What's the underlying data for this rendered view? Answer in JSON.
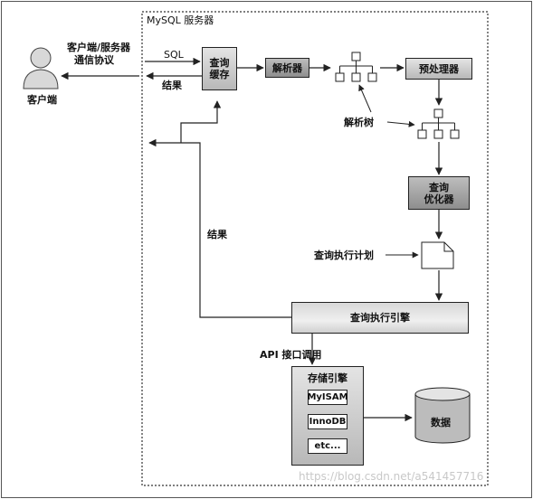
{
  "server_title": "MySQL 服务器",
  "client": {
    "label": "客户端",
    "protocol_line1": "客户端/服务器",
    "protocol_line2": "通信协议"
  },
  "edges": {
    "sql": "SQL",
    "result_top": "结果",
    "result_side": "结果",
    "api_call": "API 接口调用"
  },
  "components": {
    "query_cache": "查询\n缓存",
    "parser": "解析器",
    "preprocessor": "预处理器",
    "parse_tree": "解析树",
    "optimizer": "查询\n优化器",
    "execution_plan": "查询执行计划",
    "execution_engine": "查询执行引擎",
    "storage_engines": "存储引擎",
    "data": "数据"
  },
  "storage_items": [
    "MyISAM",
    "InnoDB",
    "etc..."
  ],
  "watermark": "https://blog.csdn.net/a541457716"
}
